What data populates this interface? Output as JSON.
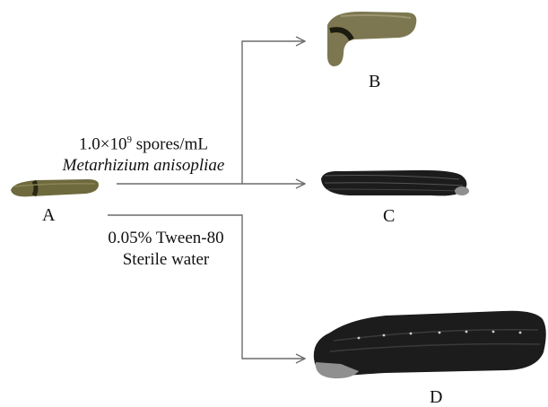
{
  "labels": {
    "a": "A",
    "b": "B",
    "c": "C",
    "d": "D"
  },
  "treatment": {
    "concentration_prefix": "1.0×10",
    "exponent": "9",
    "concentration_suffix": " spores/mL",
    "species": "Metarhizium anisopliae"
  },
  "control": {
    "line1": "0.05% Tween-80",
    "line2": "Sterile water"
  },
  "colors": {
    "arrow": "#6b6b6b",
    "larva_a": "#6e6a3e",
    "larva_b": "#7c7750",
    "larva_dark": "#1c1c1c"
  }
}
